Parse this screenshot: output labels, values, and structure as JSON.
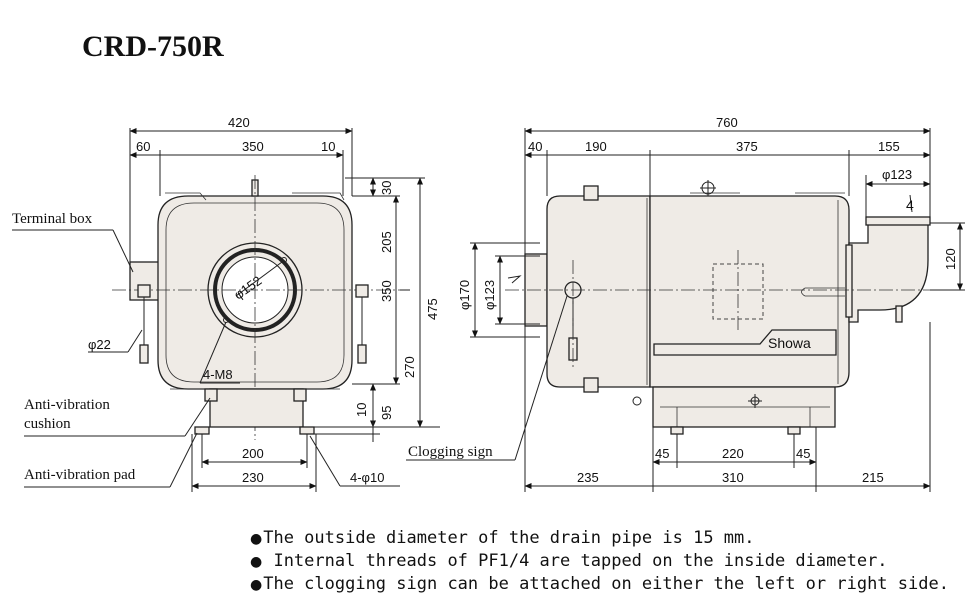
{
  "title": "CRD-750R",
  "front_view": {
    "dims": {
      "overall_width": "420",
      "left_offset": "60",
      "body_width": "350",
      "right_offset": "10",
      "top_offset": "30",
      "upper_height": "205",
      "body_height": "350",
      "total_height": "475",
      "lower_height": "270",
      "cushion_gap": "10",
      "base_height": "95",
      "pad_inner": "200",
      "pad_outer": "230"
    },
    "inlet_diameter": "φ152",
    "bolt_spec": "4-M8",
    "drain_diameter": "φ22",
    "hole_spec": "4-φ10",
    "labels": {
      "terminal_box": "Terminal box",
      "anti_vibration_cushion": [
        "Anti-vibration",
        "cushion"
      ],
      "anti_vibration_pad": "Anti-vibration pad"
    }
  },
  "side_view": {
    "dims": {
      "overall_length": "760",
      "seg_40": "40",
      "seg_190": "190",
      "seg_375": "375",
      "seg_155": "155",
      "outlet_height": "120",
      "left_235": "235",
      "mid_310": "310",
      "right_215": "215",
      "foot_45_left": "45",
      "foot_220": "220",
      "foot_45_right": "45"
    },
    "outlet_diameter": "φ123",
    "inlet_outer": "φ170",
    "inlet_inner": "φ123",
    "brand": "Showa",
    "clogging_sign": "Clogging sign"
  },
  "notes": [
    "The outside diameter of the drain pipe is 15 mm.",
    " Internal threads of PF1/4 are tapped on the inside diameter.",
    "The clogging sign can be attached on either the left or right side."
  ]
}
